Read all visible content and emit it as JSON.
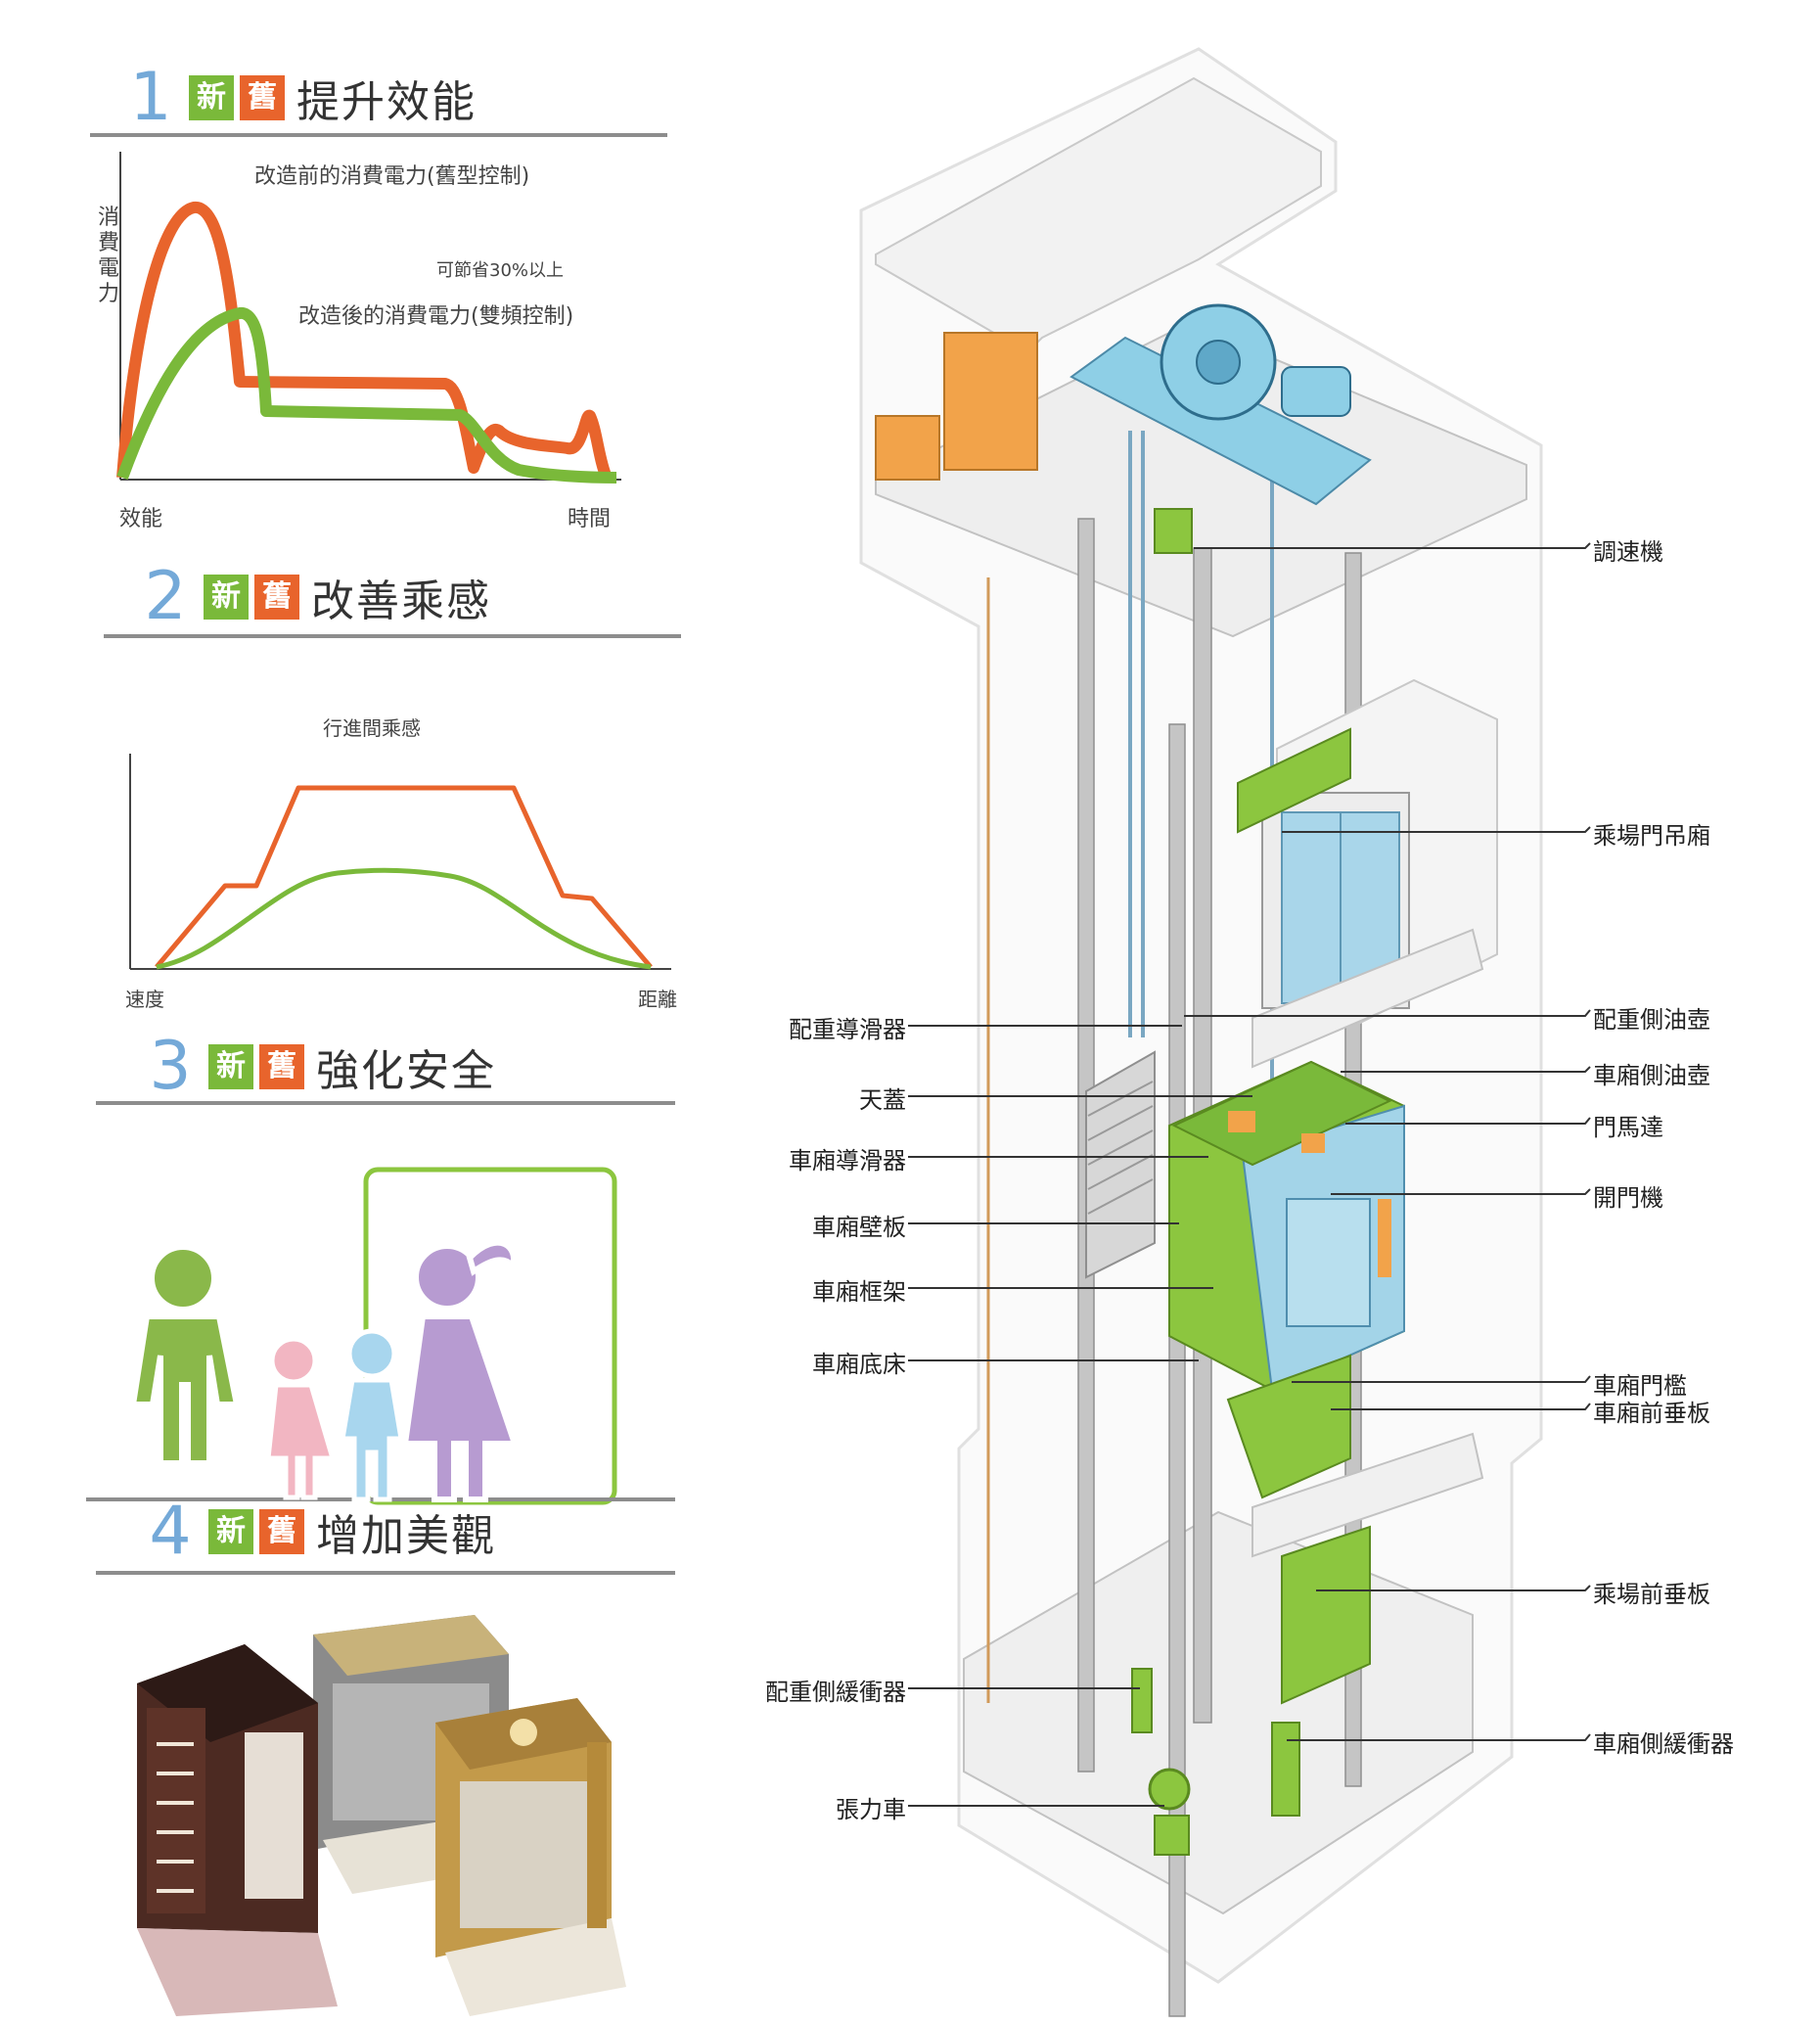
{
  "badges": {
    "new": "新",
    "old": "舊"
  },
  "colors": {
    "old": "#e8642c",
    "new": "#7ab93a",
    "section_number": "#74a9d8"
  },
  "sections": [
    {
      "number": "1",
      "title": "提升效能"
    },
    {
      "number": "2",
      "title": "改善乘感"
    },
    {
      "number": "3",
      "title": "強化安全"
    },
    {
      "number": "4",
      "title": "增加美觀"
    }
  ],
  "chart1": {
    "ylabel": "消費電力",
    "xlabel_left": "效能",
    "xlabel_right": "時間",
    "old_label": "改造前的消費電力(舊型控制)",
    "saving": "可節省30%以上",
    "new_label": "改造後的消費電力(雙頻控制)"
  },
  "chart2": {
    "title": "行進間乘感",
    "xlabel_left": "速度",
    "xlabel_right": "距離"
  },
  "diagram_labels": {
    "right": [
      "調速機",
      "乘場門吊廂",
      "配重側油壺",
      "車廂側油壺",
      "門馬達",
      "開門機",
      "車廂門檻",
      "車廂前垂板",
      "乘場前垂板",
      "車廂側緩衝器"
    ],
    "left": [
      "配重導滑器",
      "天蓋",
      "車廂導滑器",
      "車廂壁板",
      "車廂框架",
      "車廂底床",
      "配重側緩衝器",
      "張力車"
    ]
  },
  "icons": [
    "family-figures-icon",
    "elevator-cabin-icon"
  ]
}
